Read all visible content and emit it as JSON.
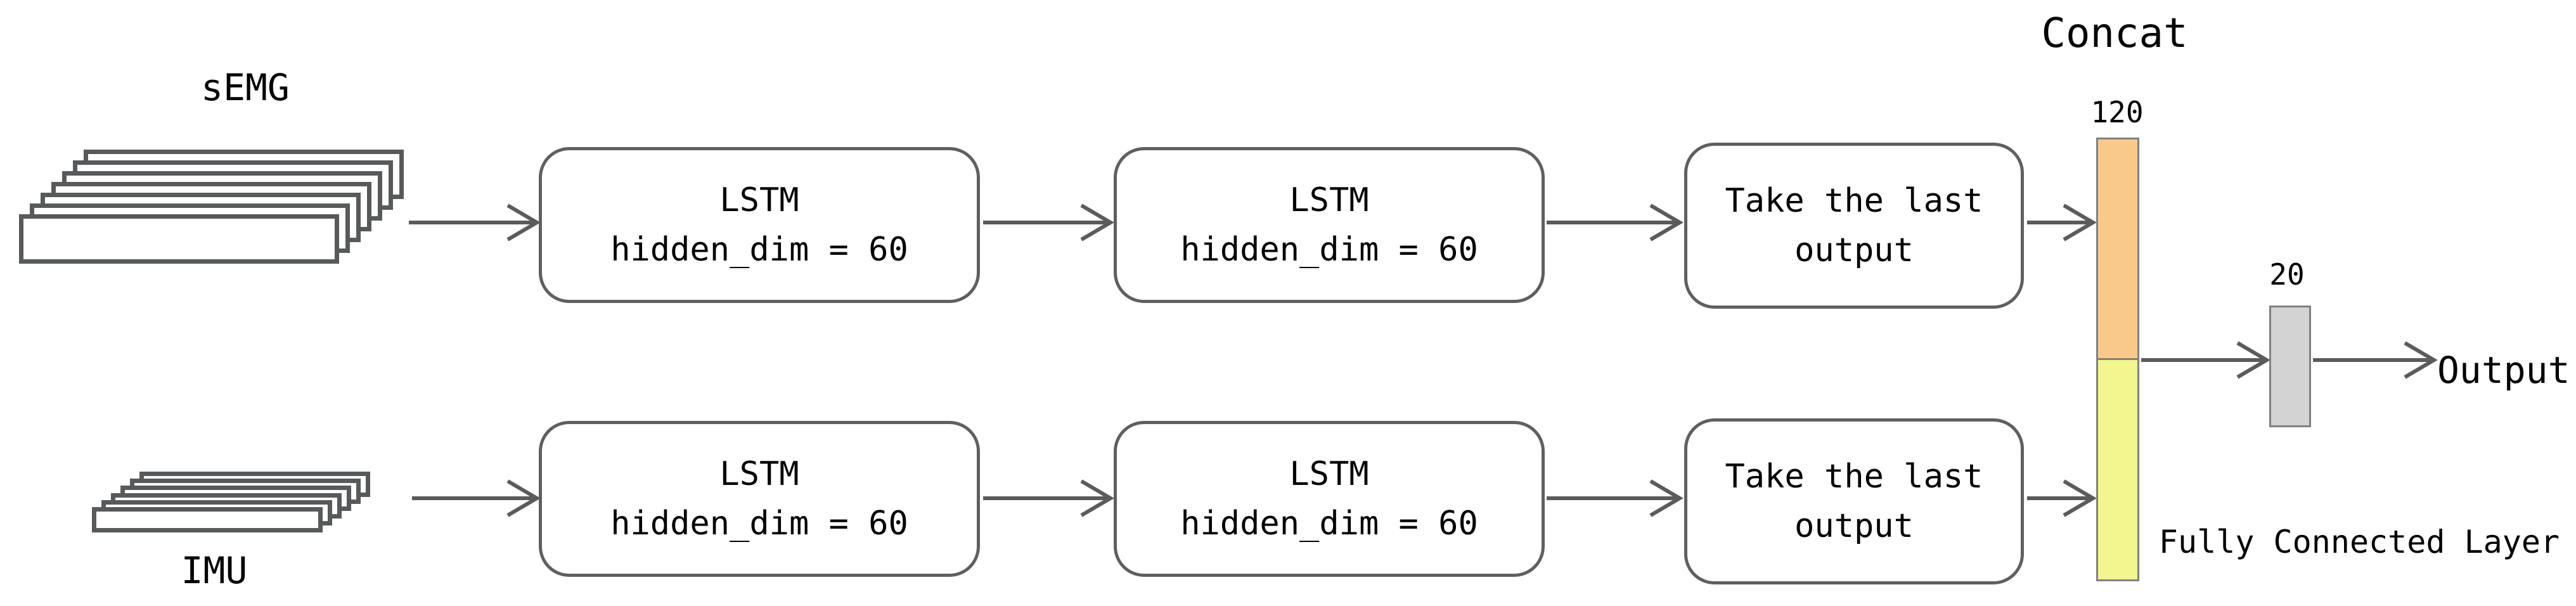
{
  "inputs": {
    "semg_label": "sEMG",
    "imu_label": "IMU"
  },
  "rows": [
    {
      "boxes": [
        {
          "line1": "LSTM",
          "line2": "hidden_dim = 60"
        },
        {
          "line1": "LSTM",
          "line2": "hidden_dim = 60"
        },
        {
          "line1": "Take the last",
          "line2": "output"
        }
      ]
    },
    {
      "boxes": [
        {
          "line1": "LSTM",
          "line2": "hidden_dim = 60"
        },
        {
          "line1": "LSTM",
          "line2": "hidden_dim = 60"
        },
        {
          "line1": "Take the last",
          "line2": "output"
        }
      ]
    }
  ],
  "concat": {
    "title": "Concat",
    "dim_label": "120"
  },
  "fc_layer": {
    "dim_label": "20",
    "caption": "Fully Connected Layer"
  },
  "output_label": "Output",
  "colors": {
    "concat_top": "#F9C98C",
    "concat_bottom": "#F3F58F",
    "fc_fill": "#D3D3D3",
    "arrow": "#5B5B5B",
    "box_border": "#5F5F5F",
    "bar_border": "#808080"
  }
}
